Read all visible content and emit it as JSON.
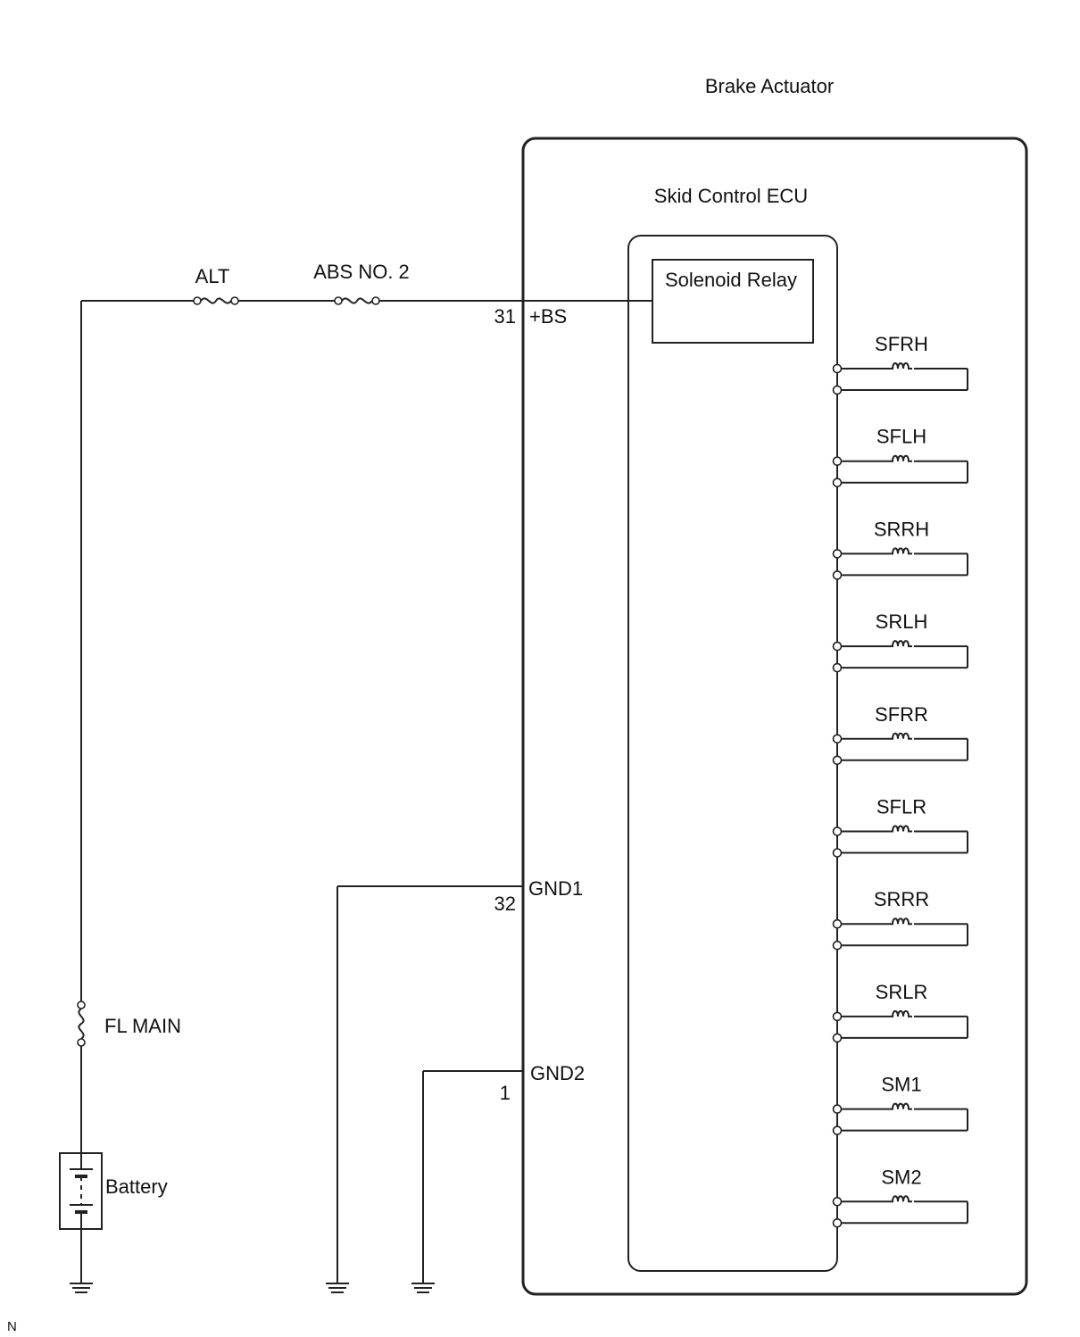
{
  "title": "Brake Actuator",
  "ecu_label": "Skid Control ECU",
  "relay_label": "Solenoid Relay",
  "fuses": {
    "alt": "ALT",
    "abs": "ABS NO. 2",
    "fl_main": "FL MAIN"
  },
  "battery_label": "Battery",
  "pins": {
    "bs": {
      "number": "31",
      "name": "+BS"
    },
    "gnd1": {
      "number": "32",
      "name": "GND1"
    },
    "gnd2": {
      "number": "1",
      "name": "GND2"
    }
  },
  "solenoids": [
    "SFRH",
    "SFLH",
    "SRRH",
    "SRLH",
    "SFRR",
    "SFLR",
    "SRRR",
    "SRLR",
    "SM1",
    "SM2"
  ],
  "corner_mark": "N"
}
